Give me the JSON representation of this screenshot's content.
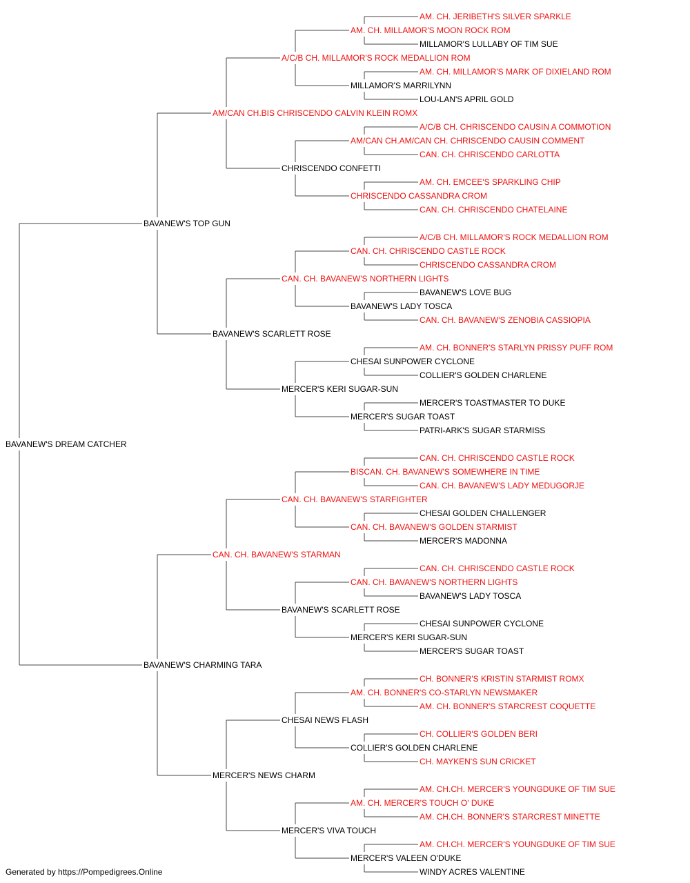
{
  "colors": {
    "champion": "#ee1111",
    "normal": "#000000",
    "line": "#444444"
  },
  "root": {
    "name": "BAVANEW'S DREAM CATCHER",
    "champion": false,
    "sire": {
      "name": "BAVANEW'S TOP GUN",
      "champion": false,
      "sire": {
        "name": "AM/CAN CH.BIS CHRISCENDO CALVIN KLEIN ROMX",
        "champion": true,
        "sire": {
          "name": "A/C/B CH. MILLAMOR'S ROCK MEDALLION ROM",
          "champion": true,
          "sire": {
            "name": "AM. CH. MILLAMOR'S MOON ROCK ROM",
            "champion": true,
            "sire": {
              "name": "AM. CH. JERIBETH'S SILVER SPARKLE",
              "champion": true
            },
            "dam": {
              "name": "MILLAMOR'S LULLABY OF TIM SUE",
              "champion": false
            }
          },
          "dam": {
            "name": "MILLAMOR'S MARRILYNN",
            "champion": false,
            "sire": {
              "name": "AM. CH. MILLAMOR'S MARK OF DIXIELAND ROM",
              "champion": true
            },
            "dam": {
              "name": "LOU-LAN'S APRIL GOLD",
              "champion": false
            }
          }
        },
        "dam": {
          "name": "CHRISCENDO CONFETTI",
          "champion": false,
          "sire": {
            "name": "AM/CAN CH.AM/CAN CH. CHRISCENDO CAUSIN COMMENT",
            "champion": true,
            "sire": {
              "name": "A/C/B CH. CHRISCENDO CAUSIN A COMMOTION",
              "champion": true
            },
            "dam": {
              "name": "CAN. CH. CHRISCENDO CARLOTTA",
              "champion": true
            }
          },
          "dam": {
            "name": "CHRISCENDO CASSANDRA CROM",
            "champion": true,
            "sire": {
              "name": "AM. CH. EMCEE'S SPARKLING CHIP",
              "champion": true
            },
            "dam": {
              "name": "CAN. CH. CHRISCENDO CHATELAINE",
              "champion": true
            }
          }
        }
      },
      "dam": {
        "name": "BAVANEW'S SCARLETT ROSE",
        "champion": false,
        "sire": {
          "name": "CAN. CH. BAVANEW'S NORTHERN LIGHTS",
          "champion": true,
          "sire": {
            "name": "CAN. CH. CHRISCENDO CASTLE ROCK",
            "champion": true,
            "sire": {
              "name": "A/C/B CH. MILLAMOR'S ROCK MEDALLION ROM",
              "champion": true
            },
            "dam": {
              "name": "CHRISCENDO CASSANDRA CROM",
              "champion": true
            }
          },
          "dam": {
            "name": "BAVANEW'S LADY TOSCA",
            "champion": false,
            "sire": {
              "name": "BAVANEW'S LOVE BUG",
              "champion": false
            },
            "dam": {
              "name": "CAN. CH. BAVANEW'S ZENOBIA CASSIOPIA",
              "champion": true
            }
          }
        },
        "dam": {
          "name": "MERCER'S KERI SUGAR-SUN",
          "champion": false,
          "sire": {
            "name": "CHESAI SUNPOWER CYCLONE",
            "champion": false,
            "sire": {
              "name": "AM. CH. BONNER'S STARLYN PRISSY PUFF ROM",
              "champion": true
            },
            "dam": {
              "name": "COLLIER'S GOLDEN CHARLENE",
              "champion": false
            }
          },
          "dam": {
            "name": "MERCER'S SUGAR TOAST",
            "champion": false,
            "sire": {
              "name": "MERCER'S TOASTMASTER TO DUKE",
              "champion": false
            },
            "dam": {
              "name": "PATRI-ARK'S SUGAR STARMISS",
              "champion": false
            }
          }
        }
      }
    },
    "dam": {
      "name": "BAVANEW'S CHARMING TARA",
      "champion": false,
      "sire": {
        "name": "CAN. CH. BAVANEW'S STARMAN",
        "champion": true,
        "sire": {
          "name": "CAN. CH. BAVANEW'S STARFIGHTER",
          "champion": true,
          "sire": {
            "name": "BISCAN. CH. BAVANEW'S SOMEWHERE IN TIME",
            "champion": true,
            "sire": {
              "name": "CAN. CH. CHRISCENDO CASTLE ROCK",
              "champion": true
            },
            "dam": {
              "name": "CAN. CH. BAVANEW'S LADY MEDUGORJE",
              "champion": true
            }
          },
          "dam": {
            "name": "CAN. CH. BAVANEW'S GOLDEN STARMIST",
            "champion": true,
            "sire": {
              "name": "CHESAI GOLDEN CHALLENGER",
              "champion": false
            },
            "dam": {
              "name": "MERCER'S MADONNA",
              "champion": false
            }
          }
        },
        "dam": {
          "name": "BAVANEW'S SCARLETT ROSE",
          "champion": false,
          "sire": {
            "name": "CAN. CH. BAVANEW'S NORTHERN LIGHTS",
            "champion": true,
            "sire": {
              "name": "CAN. CH. CHRISCENDO CASTLE ROCK",
              "champion": true
            },
            "dam": {
              "name": "BAVANEW'S LADY TOSCA",
              "champion": false
            }
          },
          "dam": {
            "name": "MERCER'S KERI SUGAR-SUN",
            "champion": false,
            "sire": {
              "name": "CHESAI SUNPOWER CYCLONE",
              "champion": false
            },
            "dam": {
              "name": "MERCER'S SUGAR TOAST",
              "champion": false
            }
          }
        }
      },
      "dam": {
        "name": "MERCER'S NEWS CHARM",
        "champion": false,
        "sire": {
          "name": "CHESAI NEWS FLASH",
          "champion": false,
          "sire": {
            "name": "AM. CH. BONNER'S CO-STARLYN NEWSMAKER",
            "champion": true,
            "sire": {
              "name": "CH. BONNER'S KRISTIN STARMIST ROMX",
              "champion": true
            },
            "dam": {
              "name": "AM. CH. BONNER'S STARCREST COQUETTE",
              "champion": true
            }
          },
          "dam": {
            "name": "COLLIER'S GOLDEN CHARLENE",
            "champion": false,
            "sire": {
              "name": "CH. COLLIER'S GOLDEN BERI",
              "champion": true
            },
            "dam": {
              "name": "CH. MAYKEN'S SUN CRICKET",
              "champion": true
            }
          }
        },
        "dam": {
          "name": "MERCER'S VIVA TOUCH",
          "champion": false,
          "sire": {
            "name": "AM. CH. MERCER'S TOUCH O' DUKE",
            "champion": true,
            "sire": {
              "name": "AM. CH.CH. MERCER'S YOUNGDUKE OF TIM SUE",
              "champion": true
            },
            "dam": {
              "name": "AM. CH.CH. BONNER'S STARCREST MINETTE",
              "champion": true
            }
          },
          "dam": {
            "name": "MERCER'S VALEEN O'DUKE",
            "champion": false,
            "sire": {
              "name": "AM. CH.CH. MERCER'S YOUNGDUKE OF TIM SUE",
              "champion": true
            },
            "dam": {
              "name": "WINDY ACRES VALENTINE",
              "champion": false
            }
          }
        }
      }
    }
  },
  "footer": "Generated by https://Pompedigrees.Online"
}
